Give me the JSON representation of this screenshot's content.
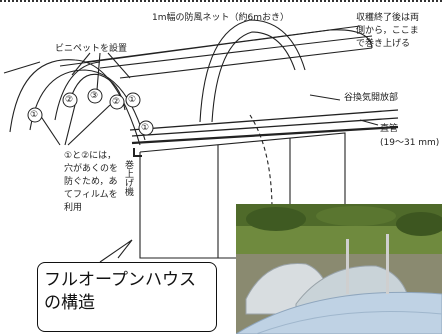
{
  "labels": {
    "windbreak_net": "1m幅の防風ネット（約6mおき）",
    "roll_up_note": "収穫終了後は両\n側から，ここま\nで巻き上げる",
    "vinipet": "ビニペットを設置",
    "valley_vent": "谷換気開放部",
    "pipe": "直管\n(19～31 mm)",
    "hole_note": "①と②には，\n穴があくのを\n防ぐため，あ\nてフィルムを\n利用",
    "winder": "巻上げ機",
    "num1": "①",
    "num2": "②",
    "num3": "③"
  },
  "caption": "フルオープンハウス\nの構造"
}
